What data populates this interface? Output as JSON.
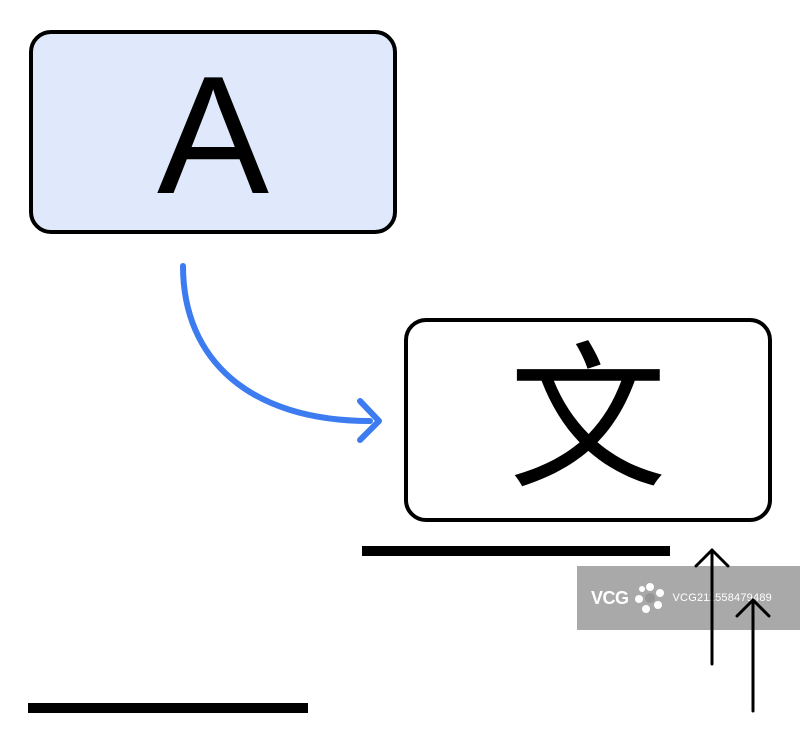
{
  "source": {
    "glyph": "A",
    "fill": "#dfe9fb"
  },
  "target": {
    "glyph": "文"
  },
  "arrow": {
    "color": "#3d7bf0"
  },
  "watermark": {
    "logo": "VCG",
    "id": "VCG211558479489"
  }
}
